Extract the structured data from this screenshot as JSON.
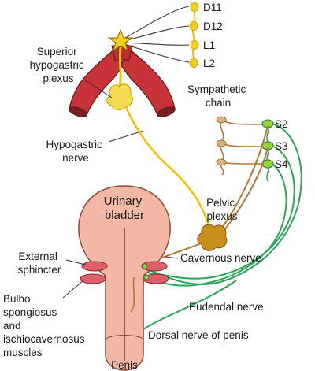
{
  "labels": {
    "d11": "D11",
    "d12": "D12",
    "l1": "L1",
    "l2": "L2",
    "superior_hypogastric_plexus": [
      "Superior",
      "hypogastric",
      "plexus"
    ],
    "sympathetic_chain": [
      "Sympathetic",
      "chain"
    ],
    "hypogastric_nerve": [
      "Hypogastric",
      "nerve"
    ],
    "s2": "S2",
    "s3": "S3",
    "s4": "S4",
    "urinary_bladder": [
      "Urinary",
      "bladder"
    ],
    "pelvic_plexus": [
      "Pelvic",
      "plexus"
    ],
    "external_sphincter": [
      "External",
      "sphincter"
    ],
    "cavernous_nerve": "Cavernous nerve",
    "bulbospongiosus_muscles": [
      "Bulbo",
      "spongiosus",
      "and",
      "ischiocavernosus",
      "muscles"
    ],
    "pudendal_nerve": "Pudendal nerve",
    "dorsal_nerve_of_penis": "Dorsal nerve of penis",
    "penis": "Penis"
  },
  "colors": {
    "sympathetic_yellow": "#f2c200",
    "ganglion_yellow": "#f5cf1a",
    "aorta_red": "#c8333a",
    "pelvic_plexus": "#c8901a",
    "parasympathetic_brown": "#b07a35",
    "somatic_green": "#2aa55a",
    "sacral_node": "#8fd63a",
    "bladder_pink": "#f2b8a5",
    "sphincter_red": "#e0606a"
  }
}
